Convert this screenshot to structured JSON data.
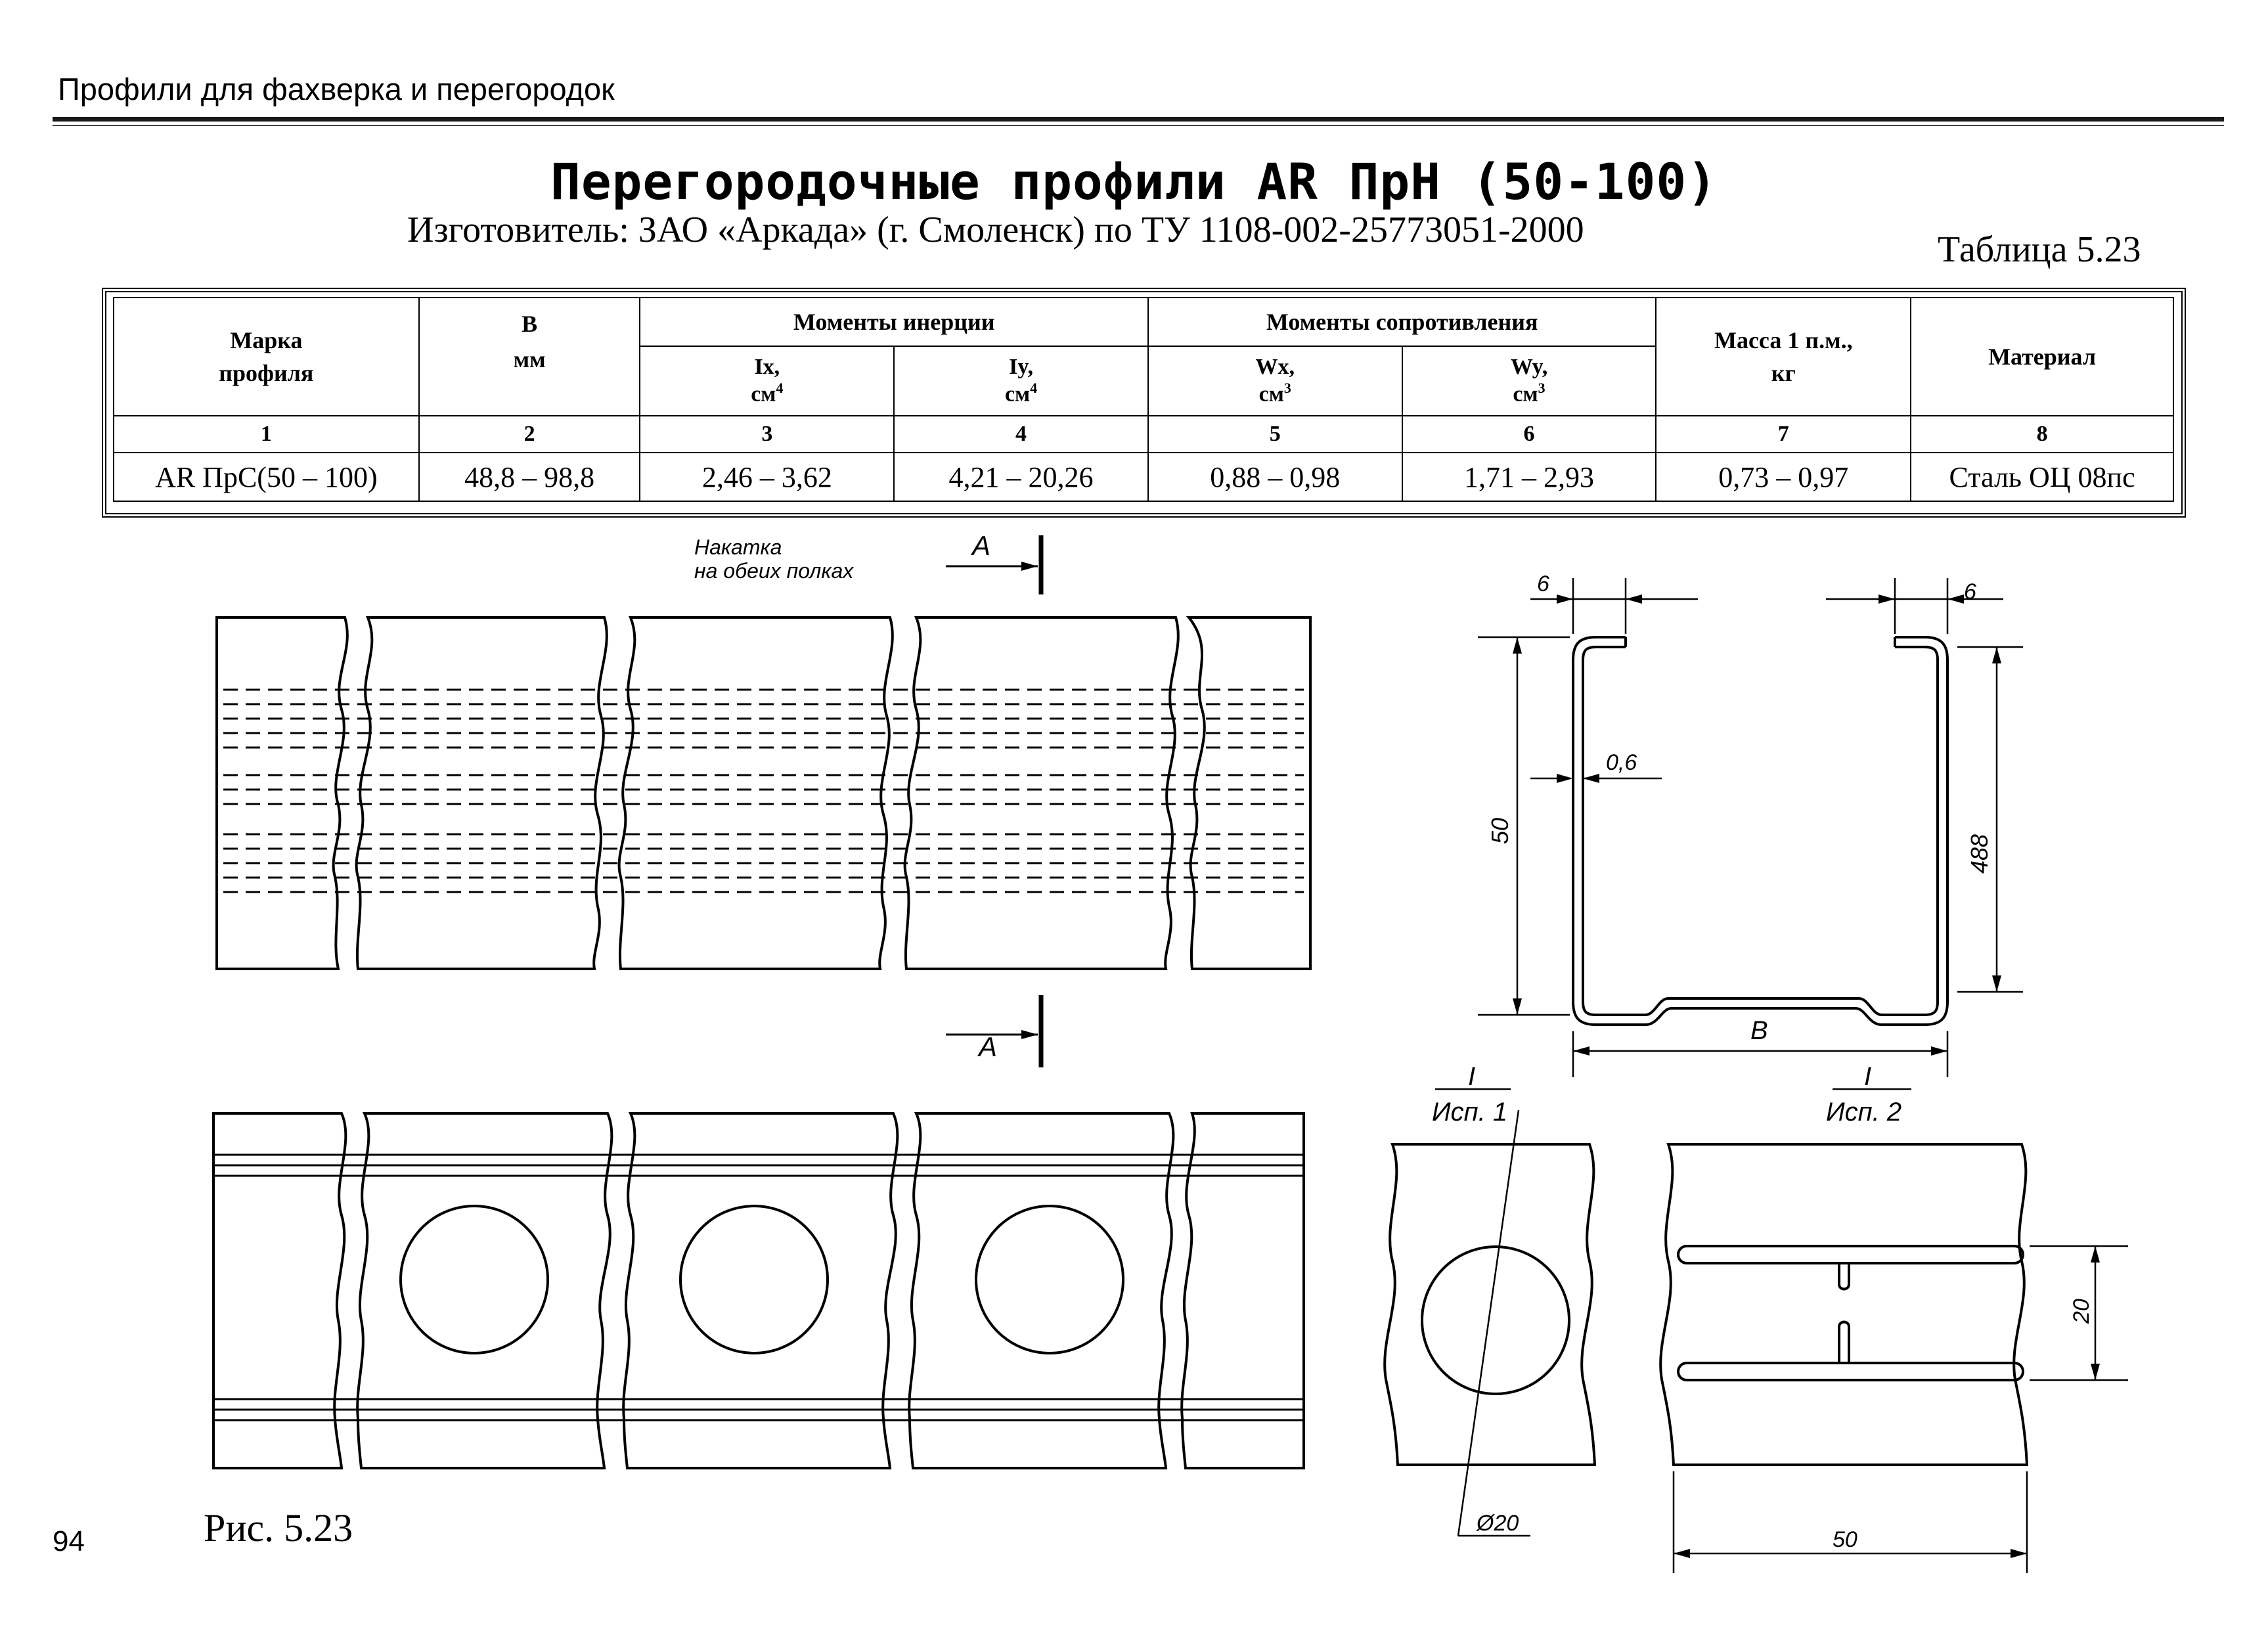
{
  "header": {
    "section_title": "Профили для фахверка и перегородок"
  },
  "title": "Перегородочные профили AR ПрН (50-100)",
  "subtitle": "Изготовитель: ЗАО «Аркада» (г. Смоленск) по ТУ 1108-002-25773051-2000",
  "table_number": "Таблица 5.23",
  "table": {
    "col_mark_line1": "Марка",
    "col_mark_line2": "профиля",
    "col_b_line1": "B",
    "col_b_line2": "мм",
    "group_inertia": "Моменты инерции",
    "group_section": "Моменты сопротивления",
    "ix": "Ix,",
    "ix_unit": "см",
    "ix_exp": "4",
    "iy": "Iy,",
    "iy_unit": "см",
    "iy_exp": "4",
    "wx": "Wx,",
    "wx_unit": "см",
    "wx_exp": "3",
    "wy": "Wy,",
    "wy_unit": "см",
    "wy_exp": "3",
    "col_mass_line1": "Масса 1 п.м.,",
    "col_mass_line2": "кг",
    "col_material": "Материал",
    "col_numbers": [
      "1",
      "2",
      "3",
      "4",
      "5",
      "6",
      "7",
      "8"
    ],
    "rows": [
      [
        "AR ПрС(50 – 100)",
        "48,8 – 98,8",
        "2,46 – 3,62",
        "4,21 – 20,26",
        "0,88 – 0,98",
        "1,71 – 2,93",
        "0,73 – 0,97",
        "Сталь ОЦ 08пс"
      ]
    ]
  },
  "drawing": {
    "knurl_note_line1": "Накатка",
    "knurl_note_line2": "на обеих полках",
    "section_a": "A",
    "dim_6": "6",
    "dim_06": "0,6",
    "dim_50": "50",
    "dim_488": "488",
    "dim_b": "B",
    "detail_i": "I",
    "var1": "Исп. 1",
    "var2": "Исп. 2",
    "dim_d20": "Ø20",
    "dim_20": "20",
    "dim_50_bottom": "50"
  },
  "figure_caption": "Рис. 5.23",
  "page_number": "94"
}
